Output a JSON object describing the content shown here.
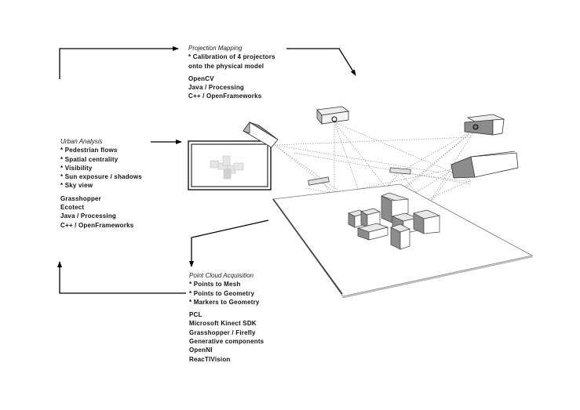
{
  "projection_mapping": {
    "title": "Projection Mapping",
    "bullets": [
      "* Calibration of 4 projectors",
      "onto the physical model"
    ],
    "tools": [
      "OpenCV",
      "Java / Processing",
      "C++ / OpenFrameworks"
    ]
  },
  "urban_analysis": {
    "title": "Urban Analysis",
    "bullets": [
      "* Pedestrian flows",
      "* Spatial centrality",
      "* Visibility",
      "* Sun exposure / shadows",
      "* Sky view"
    ],
    "tools": [
      "Grasshopper",
      "Ecotect",
      "Java / Processing",
      "C++ / OpenFrameworks"
    ]
  },
  "point_cloud_acquisition": {
    "title": "Point Cloud Acquisition",
    "bullets": [
      "* Points to Mesh",
      "* Points to Geometry",
      "* Markers to Geometry"
    ],
    "tools": [
      "PCL",
      "Microsoft Kinect SDK",
      "Grasshopper / Firefly",
      "Generative components",
      "OpenNI",
      "ReacTIVision"
    ]
  },
  "colors": {
    "line": "#000000",
    "dotted": "#9a9a9a",
    "box_dark": "#8c8c8c",
    "box_mid": "#bdbdbd",
    "box_light": "#ffffff"
  }
}
